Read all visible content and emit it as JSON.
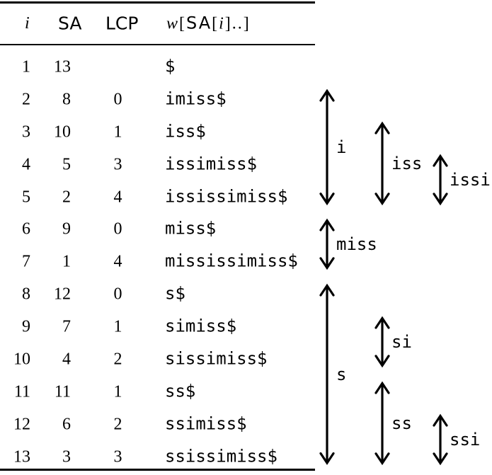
{
  "table": {
    "headers": {
      "i": "i",
      "sa": "SA",
      "lcp": "LCP",
      "w_prefix": "w",
      "w_bracket1": "[",
      "w_sa": "SA",
      "w_bracket2": "[",
      "w_i": "i",
      "w_suffix": "]..]"
    },
    "rows": [
      {
        "i": 1,
        "sa": 13,
        "lcp": "",
        "w": "$"
      },
      {
        "i": 2,
        "sa": 8,
        "lcp": "0",
        "w": "imiss$"
      },
      {
        "i": 3,
        "sa": 10,
        "lcp": "1",
        "w": "iss$"
      },
      {
        "i": 4,
        "sa": 5,
        "lcp": "3",
        "w": "issimiss$"
      },
      {
        "i": 5,
        "sa": 2,
        "lcp": "4",
        "w": "ississimiss$"
      },
      {
        "i": 6,
        "sa": 9,
        "lcp": "0",
        "w": "miss$"
      },
      {
        "i": 7,
        "sa": 1,
        "lcp": "4",
        "w": "mississimiss$"
      },
      {
        "i": 8,
        "sa": 12,
        "lcp": "0",
        "w": "s$"
      },
      {
        "i": 9,
        "sa": 7,
        "lcp": "1",
        "w": "simiss$"
      },
      {
        "i": 10,
        "sa": 4,
        "lcp": "2",
        "w": "sissimiss$"
      },
      {
        "i": 11,
        "sa": 11,
        "lcp": "1",
        "w": "ss$"
      },
      {
        "i": 12,
        "sa": 6,
        "lcp": "2",
        "w": "ssimiss$"
      },
      {
        "i": 13,
        "sa": 3,
        "lcp": "3",
        "w": "ssissimiss$"
      }
    ]
  },
  "intervals": [
    {
      "label": "i",
      "row_start": 2,
      "row_end": 5,
      "depth": 0
    },
    {
      "label": "iss",
      "row_start": 3,
      "row_end": 5,
      "depth": 1
    },
    {
      "label": "issi",
      "row_start": 4,
      "row_end": 5,
      "depth": 2
    },
    {
      "label": "miss",
      "row_start": 6,
      "row_end": 7,
      "depth": 0
    },
    {
      "label": "s",
      "row_start": 8,
      "row_end": 13,
      "depth": 0
    },
    {
      "label": "si",
      "row_start": 9,
      "row_end": 10,
      "depth": 1
    },
    {
      "label": "ss",
      "row_start": 11,
      "row_end": 13,
      "depth": 1
    },
    {
      "label": "ssi",
      "row_start": 12,
      "row_end": 13,
      "depth": 2
    }
  ],
  "colors": {
    "ink": "#000000",
    "background": "#ffffff"
  }
}
